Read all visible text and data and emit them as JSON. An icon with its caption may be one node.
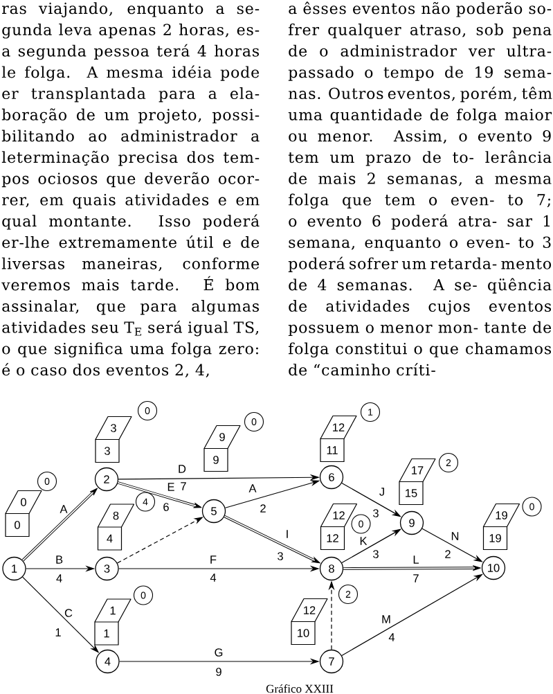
{
  "diagram": {
    "caption": "Gráfico XXIII",
    "nodes": [
      {
        "text": [
          "1"
        ]
      },
      {
        "text": [
          "2"
        ]
      },
      {
        "text": [
          "3"
        ]
      },
      {
        "text": [
          "4"
        ]
      },
      {
        "text": [
          "5"
        ]
      },
      {
        "text": [
          "6"
        ]
      },
      {
        "text": [
          "7"
        ]
      },
      {
        "text": [
          "8"
        ]
      },
      {
        "text": [
          "9"
        ]
      },
      {
        "text": [
          "10"
        ]
      },
      {
        "text": [
          "0",
          "0"
        ]
      },
      {
        "text": [
          "3",
          "3"
        ]
      },
      {
        "text": [
          "8",
          "4"
        ]
      },
      {
        "text": [
          "1",
          "1"
        ]
      },
      {
        "text": [
          "9",
          "9"
        ]
      },
      {
        "text": [
          "12",
          "11"
        ]
      },
      {
        "text": [
          "12",
          "10"
        ]
      },
      {
        "text": [
          "12",
          "12"
        ]
      },
      {
        "text": [
          "17",
          "15"
        ]
      },
      {
        "text": [
          "19",
          "19"
        ]
      },
      {
        "text": [
          "0"
        ]
      },
      {
        "text": [
          "0"
        ]
      },
      {
        "text": [
          "4"
        ]
      },
      {
        "text": [
          "0"
        ]
      },
      {
        "text": [
          "0"
        ]
      },
      {
        "text": [
          "1"
        ]
      },
      {
        "text": [
          "2"
        ]
      },
      {
        "text": [
          "0"
        ]
      },
      {
        "text": [
          "2"
        ]
      },
      {
        "text": [
          "0"
        ]
      }
    ],
    "edges": [
      {
        "from": 0,
        "to": 1,
        "arrow": "to",
        "label": "A",
        "style": "thick"
      },
      {
        "from": 0,
        "to": 2,
        "arrow": "to",
        "label": "B"
      },
      {
        "from": 0,
        "to": 3,
        "arrow": "to",
        "label": "C"
      },
      {
        "from": 1,
        "to": 5,
        "arrow": "to",
        "label": "D"
      },
      {
        "from": 1,
        "to": 4,
        "arrow": "to",
        "label": "E",
        "style": "thick"
      },
      {
        "from": 2,
        "to": 4,
        "arrow": "to",
        "style": "dashed"
      },
      {
        "from": 2,
        "to": 7,
        "arrow": "to",
        "label": "F"
      },
      {
        "from": 3,
        "to": 6,
        "arrow": "to",
        "label": "G"
      },
      {
        "from": 4,
        "to": 5,
        "arrow": "to",
        "label": "A"
      },
      {
        "from": 4,
        "to": 7,
        "arrow": "to",
        "label": "I",
        "style": "thick"
      },
      {
        "from": 5,
        "to": 8,
        "arrow": "to",
        "label": "J"
      },
      {
        "from": 6,
        "to": 7,
        "arrow": "to",
        "style": "dashed"
      },
      {
        "from": 6,
        "to": 9,
        "arrow": "to",
        "label": "M"
      },
      {
        "from": 7,
        "to": 8,
        "arrow": "to",
        "label": "K"
      },
      {
        "from": 7,
        "to": 9,
        "arrow": "to",
        "label": "L",
        "style": "thick"
      },
      {
        "from": 8,
        "to": 9,
        "arrow": "to",
        "label": "N"
      }
    ],
    "labels": [
      "ras viajando, enquanto a se- gunda leva apenas 2 horas, es- a segunda pessoa terá 4 horas le folga. A mesma idéia pode er transplantada para a ela- boração de um projeto, possi- bilitando ao administrador a leterminação precisa dos tem- pos ociosos que deverão ocor- rer, em quais atividades e em qual montante. Isso poderá er-lhe extremamente útil e de liversas maneiras, conforme veremos mais tarde. É bom assinalar, que para algumas atividades seu T$_{E}$ será igual TS, o que significa uma folga zero: é o caso dos eventos 2, 4,",
      "a êsses eventos não poderão so- frer qualquer atraso, sob pena de o administrador ver ultra- passado o tempo de 19 sema- nas. Outros eventos, porém, têm uma quantidade de folga maior ou menor. Assim, o evento 9 tem um prazo de to- lerância de mais 2 semanas, a mesma folga que tem o even- to 7; o evento 6 poderá atra- sar 1 semana, enquanto o even- to 3 poderá sofrer um retarda- mento de 4 semanas. A se- qüência de atividades cujos eventos possuem o menor mon- tante de folga constitui o que chamamos de “caminho críti-",
      "7",
      "6",
      "2",
      "3",
      "3",
      "3",
      "2",
      "4",
      "4",
      "7",
      "1",
      "4",
      "9"
    ]
  }
}
